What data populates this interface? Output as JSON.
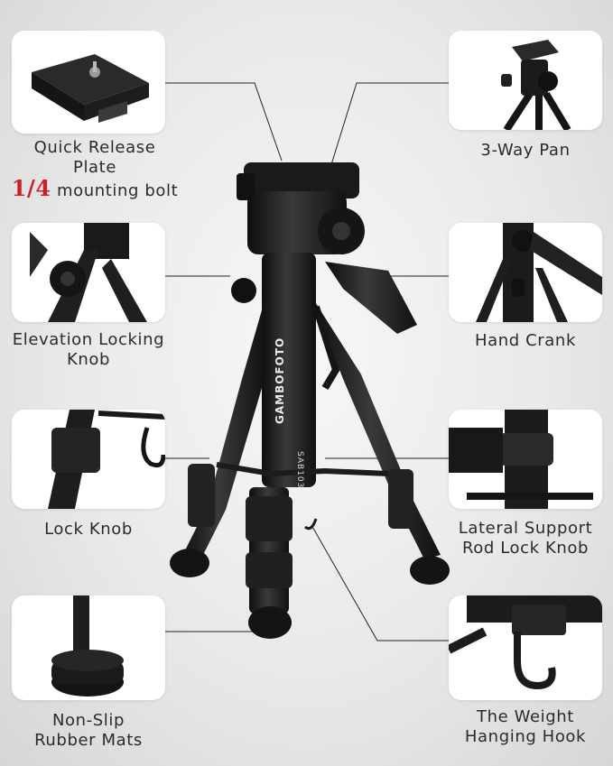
{
  "features": [
    {
      "id": "quick-release-plate",
      "lines": [
        "Quick Release",
        "Plate"
      ],
      "accent_value": "1/4",
      "accent_text": "mounting bolt"
    },
    {
      "id": "three-way-pan",
      "lines": [
        "3-Way Pan"
      ]
    },
    {
      "id": "elevation-locking-knob",
      "lines": [
        "Elevation Locking",
        "Knob"
      ]
    },
    {
      "id": "hand-crank",
      "lines": [
        "Hand Crank"
      ]
    },
    {
      "id": "lock-knob",
      "lines": [
        "Lock Knob"
      ]
    },
    {
      "id": "lateral-support",
      "lines": [
        "Lateral Support",
        "Rod Lock Knob"
      ]
    },
    {
      "id": "non-slip-mats",
      "lines": [
        "Non-Slip",
        "Rubber Mats"
      ]
    },
    {
      "id": "weight-hook",
      "lines": [
        "The Weight",
        "Hanging Hook"
      ]
    }
  ],
  "product": {
    "brand": "GAMBOFOTO",
    "model": "SAB103"
  },
  "colors": {
    "accent": "#c9202a",
    "text": "#2b2b2b",
    "metal": "#1c1c1c"
  }
}
